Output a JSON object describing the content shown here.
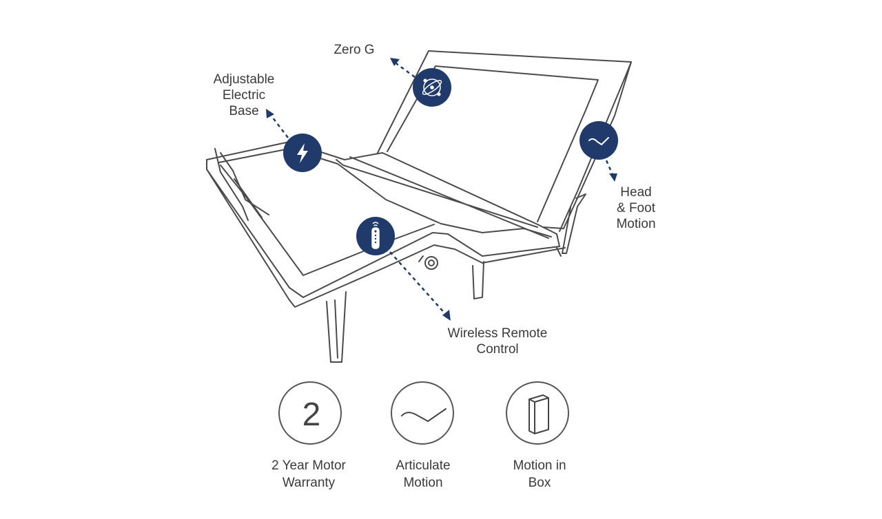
{
  "callouts": {
    "zero_g": "Zero G",
    "adjustable_base": "Adjustable\nElectric\nBase",
    "head_foot": "Head\n& Foot\nMotion",
    "wireless_remote": "Wireless Remote\nControl"
  },
  "features": [
    {
      "icon": "number-2-icon",
      "number": "2",
      "label": "2 Year Motor\nWarranty"
    },
    {
      "icon": "articulate-wave-icon",
      "label": "Articulate\nMotion"
    },
    {
      "icon": "box-icon",
      "label": "Motion in\nBox"
    }
  ],
  "colors": {
    "badge": "#1f3a6b",
    "line": "#4a4a4a",
    "arrow": "#1f3a6b"
  }
}
